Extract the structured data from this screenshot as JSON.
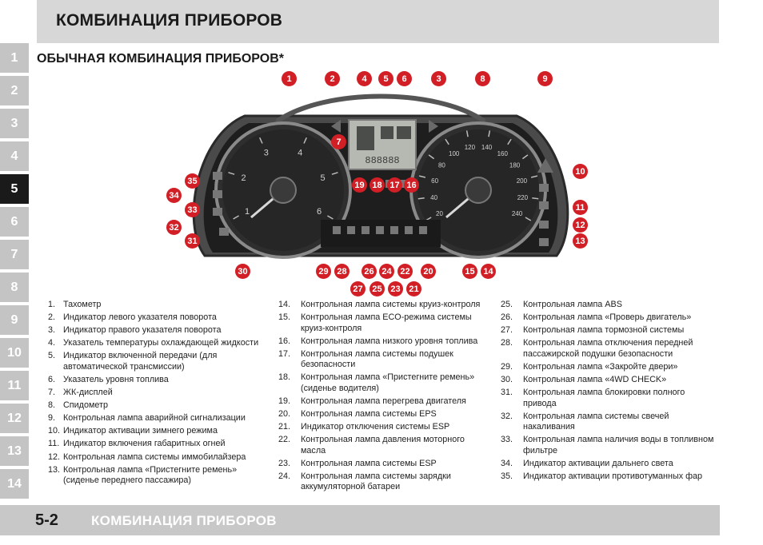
{
  "header": {
    "title": "КОМБИНАЦИЯ ПРИБОРОВ"
  },
  "section": {
    "title": "ОБЫЧНАЯ КОМБИНАЦИЯ ПРИБОРОВ*"
  },
  "tabs": [
    "1",
    "2",
    "3",
    "4",
    "5",
    "6",
    "7",
    "8",
    "9",
    "10",
    "11",
    "12",
    "13",
    "14"
  ],
  "active_tab": "5",
  "cluster": {
    "tachometer_ticks": [
      "1",
      "2",
      "3",
      "4",
      "5",
      "6"
    ],
    "speedometer_ticks": [
      "20",
      "40",
      "60",
      "80",
      "100",
      "120",
      "140",
      "160",
      "180",
      "200",
      "220",
      "240"
    ],
    "lcd_digits": "888888",
    "callouts": [
      "1",
      "2",
      "4",
      "5",
      "6",
      "3",
      "8",
      "9",
      "7",
      "10",
      "35",
      "34",
      "33",
      "32",
      "31",
      "30",
      "19",
      "18",
      "17",
      "16",
      "11",
      "12",
      "13",
      "29",
      "28",
      "26",
      "24",
      "22",
      "20",
      "27",
      "25",
      "23",
      "21",
      "15",
      "14"
    ],
    "colors": {
      "callout": "#d21f26",
      "dial": "#2a2a2a",
      "bezel": "#3a3a3a"
    }
  },
  "legend": {
    "col1": [
      {
        "n": "1.",
        "t": "Тахометр"
      },
      {
        "n": "2.",
        "t": "Индикатор левого указателя поворота"
      },
      {
        "n": "3.",
        "t": "Индикатор правого указателя поворота"
      },
      {
        "n": "4.",
        "t": "Указатель температуры охлаждающей жидкости"
      },
      {
        "n": "5.",
        "t": "Индикатор включенной передачи (для автоматической трансмиссии)"
      },
      {
        "n": "6.",
        "t": "Указатель уровня топлива"
      },
      {
        "n": "7.",
        "t": "ЖК-дисплей"
      },
      {
        "n": "8.",
        "t": "Спидометр"
      },
      {
        "n": "9.",
        "t": "Контрольная лампа аварийной сигнализации"
      },
      {
        "n": "10.",
        "t": "Индикатор активации зимнего режима"
      },
      {
        "n": "11.",
        "t": "Индикатор включения габаритных огней"
      },
      {
        "n": "12.",
        "t": "Контрольная лампа системы иммобилайзера"
      },
      {
        "n": "13.",
        "t": "Контрольная лампа «Пристегните ремень» (сиденье переднего пассажира)"
      }
    ],
    "col2": [
      {
        "n": "14.",
        "t": "Контрольная лампа системы круиз-контроля"
      },
      {
        "n": "15.",
        "t": "Контрольная лампа ECO-режима системы круиз-контроля"
      },
      {
        "n": "16.",
        "t": "Контрольная лампа низкого уровня топлива"
      },
      {
        "n": "17.",
        "t": "Контрольная лампа системы подушек безопасности"
      },
      {
        "n": "18.",
        "t": "Контрольная лампа «Пристегните ремень» (сиденье водителя)"
      },
      {
        "n": "19.",
        "t": "Контрольная лампа перегрева двигателя"
      },
      {
        "n": "20.",
        "t": "Контрольная лампа системы EPS"
      },
      {
        "n": "21.",
        "t": "Индикатор отключения системы ESP"
      },
      {
        "n": "22.",
        "t": "Контрольная лампа давления моторного масла"
      },
      {
        "n": "23.",
        "t": "Контрольная лампа системы ESP"
      },
      {
        "n": "24.",
        "t": "Контрольная лампа системы зарядки аккумуляторной батареи"
      }
    ],
    "col3": [
      {
        "n": "25.",
        "t": "Контрольная лампа ABS"
      },
      {
        "n": "26.",
        "t": "Контрольная лампа «Проверь двигатель»"
      },
      {
        "n": "27.",
        "t": "Контрольная лампа тормозной системы"
      },
      {
        "n": "28.",
        "t": "Контрольная лампа отключения передней пассажирской подушки безопасности"
      },
      {
        "n": "29.",
        "t": "Контрольная лампа «Закройте двери»"
      },
      {
        "n": "30.",
        "t": "Контрольная лампа «4WD CHECK»"
      },
      {
        "n": "31.",
        "t": "Контрольная лампа блокировки полного привода"
      },
      {
        "n": "32.",
        "t": "Контрольная лампа системы свечей накаливания"
      },
      {
        "n": "33.",
        "t": "Контрольная лампа наличия воды в топливном фильтре"
      },
      {
        "n": "34.",
        "t": "Индикатор активации дальнего света"
      },
      {
        "n": "35.",
        "t": "Индикатор активации противотуманных фар"
      }
    ]
  },
  "footer": {
    "page": "5-2",
    "title": "КОМБИНАЦИЯ ПРИБОРОВ"
  }
}
